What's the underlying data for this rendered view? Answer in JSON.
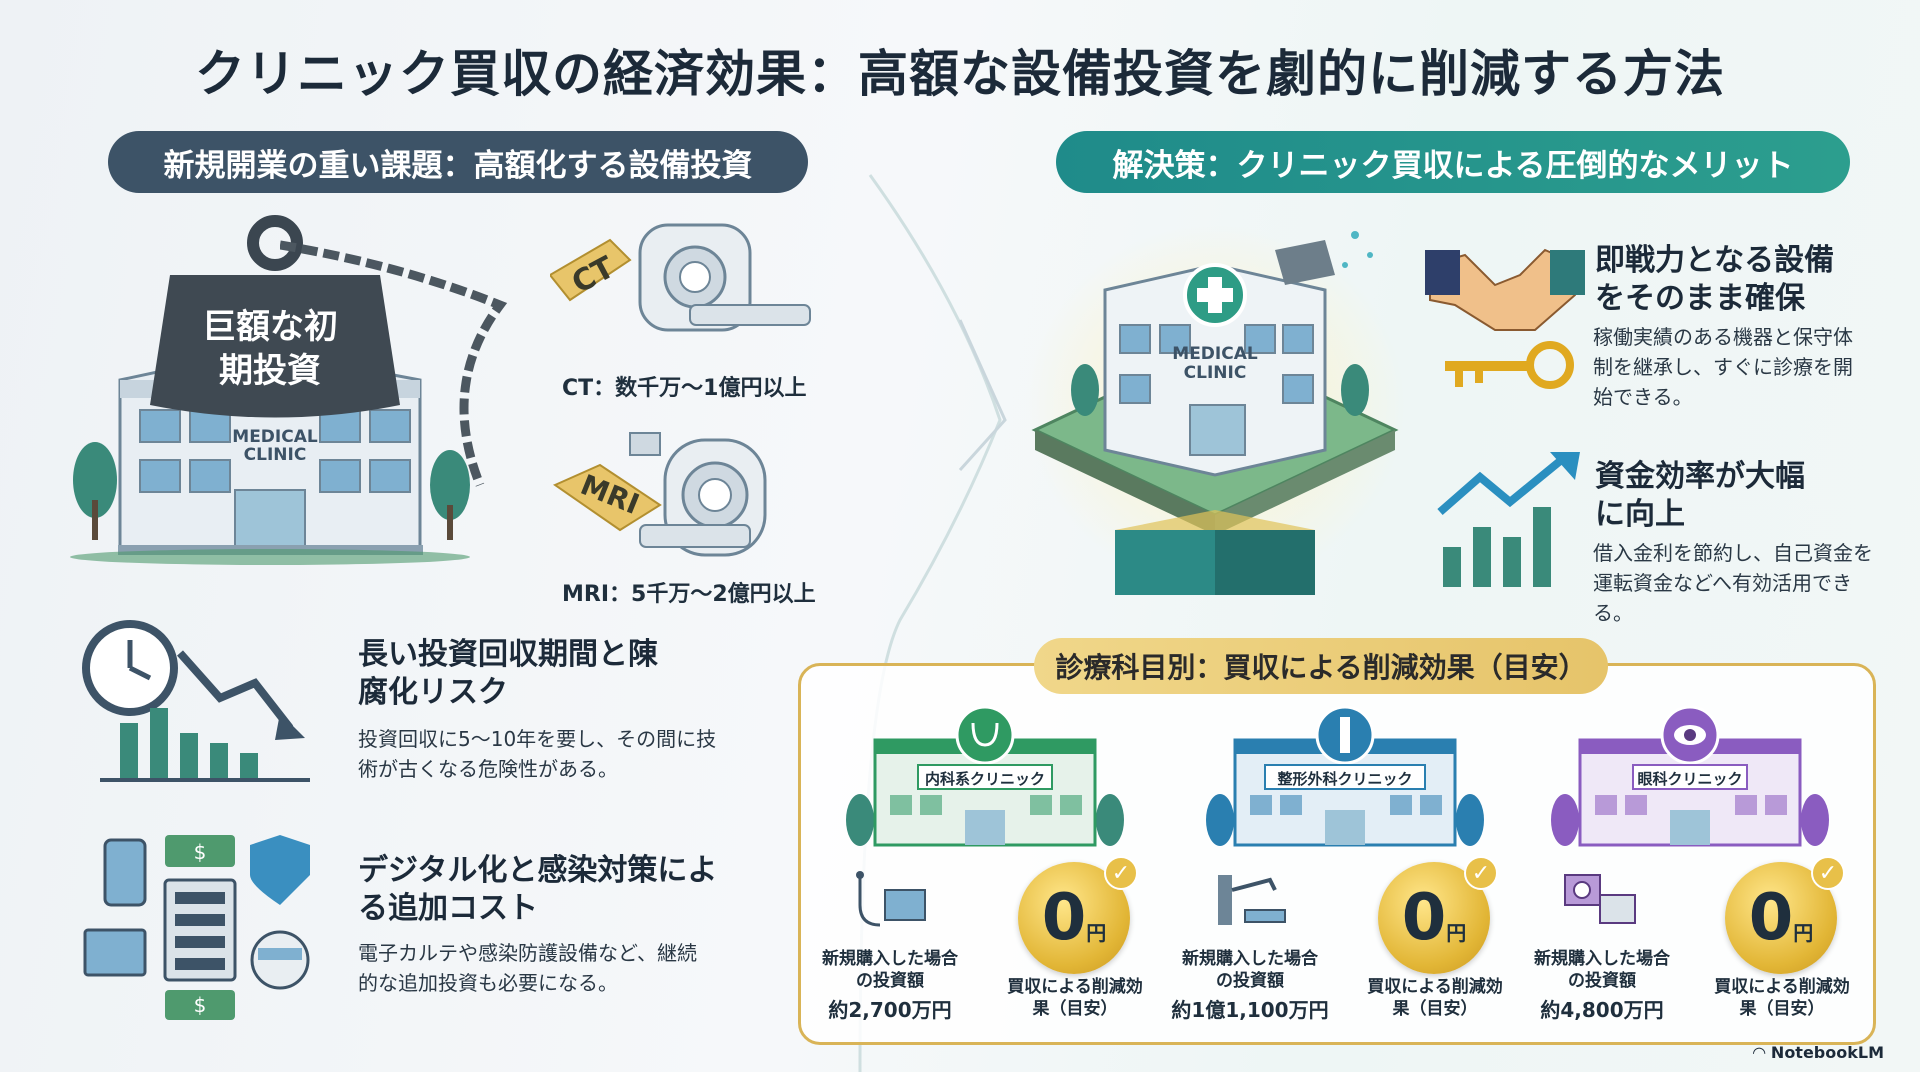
{
  "title": "クリニック買収の経済効果：高額な設備投資を劇的に削減する方法",
  "left": {
    "header": "新規開業の重い課題：高額化する設備投資",
    "weight_text": "巨額な初期投資",
    "clinic_sign": "MEDICAL CLINIC",
    "ct_tag": "CT",
    "mri_tag": "MRI",
    "ct_cost": "CT：数千万〜1億円以上",
    "mri_cost": "MRI：5千万〜2億円以上",
    "issue1_title": "長い投資回収期間と陳腐化リスク",
    "issue1_desc": "投資回収に5〜10年を要し、その間に技術が古くなる危険性がある。",
    "issue2_title": "デジタル化と感染対策による追加コスト",
    "issue2_desc": "電子カルテや感染防護設備など、継続的な追加投資も必要になる。"
  },
  "right": {
    "header": "解決策：クリニック買収による圧倒的なメリット",
    "clinic_sign": "MEDICAL CLINIC",
    "merit1_title": "即戦力となる設備をそのまま確保",
    "merit1_desc": "稼働実績のある機器と保守体制を継承し、すぐに診療を開始できる。",
    "merit2_title": "資金効率が大幅に向上",
    "merit2_desc": "借入金利を節約し、自己資金を運転資金などへ有効活用できる。"
  },
  "departments": {
    "header": "診療科目別：買収による削減効果（目安）",
    "items": [
      {
        "name": "内科系クリニック",
        "new_label": "新規購入した場合の投資額",
        "amount": "約2,700万円",
        "zero": "0",
        "yen": "円",
        "effect_label": "買収による削減効果（目安）",
        "color": "#2f9a62"
      },
      {
        "name": "整形外科クリニック",
        "new_label": "新規購入した場合の投資額",
        "amount": "約1億1,100万円",
        "zero": "0",
        "yen": "円",
        "effect_label": "買収による削減効果（目安）",
        "color": "#2a7fb0"
      },
      {
        "name": "眼科クリニック",
        "new_label": "新規購入した場合の投資額",
        "amount": "約4,800万円",
        "zero": "0",
        "yen": "円",
        "effect_label": "買収による削減効果（目安）",
        "color": "#8a5cc0"
      }
    ]
  },
  "footer": "NotebookLM"
}
